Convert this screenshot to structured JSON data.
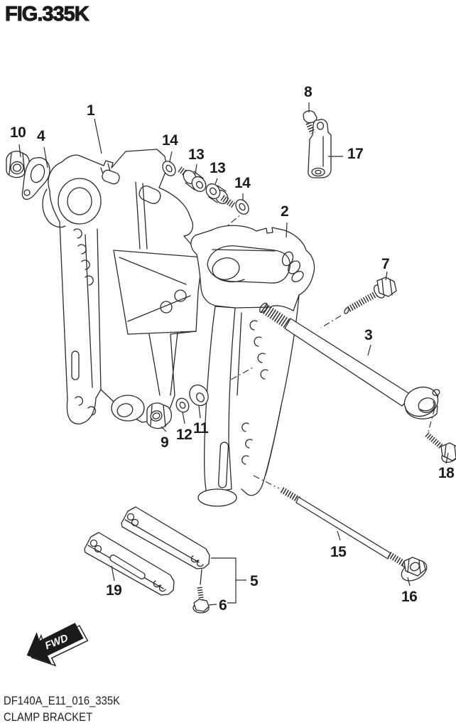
{
  "figure": {
    "title": "FIG.335K",
    "drawing_code": "DF140A_E11_016_335K",
    "part_name": "CLAMP BRACKET",
    "fwd_label": "FWD"
  },
  "colors": {
    "line": "#2b2b2b",
    "background": "#ffffff"
  },
  "labels": [
    {
      "text": "1"
    },
    {
      "text": "10"
    },
    {
      "text": "4"
    },
    {
      "text": "14"
    },
    {
      "text": "13"
    },
    {
      "text": "13"
    },
    {
      "text": "14"
    },
    {
      "text": "8"
    },
    {
      "text": "17"
    },
    {
      "text": "2"
    },
    {
      "text": "7"
    },
    {
      "text": "3"
    },
    {
      "text": "9"
    },
    {
      "text": "12"
    },
    {
      "text": "11"
    },
    {
      "text": "18"
    },
    {
      "text": "15"
    },
    {
      "text": "16"
    },
    {
      "text": "19"
    },
    {
      "text": "5"
    },
    {
      "text": "6"
    }
  ]
}
